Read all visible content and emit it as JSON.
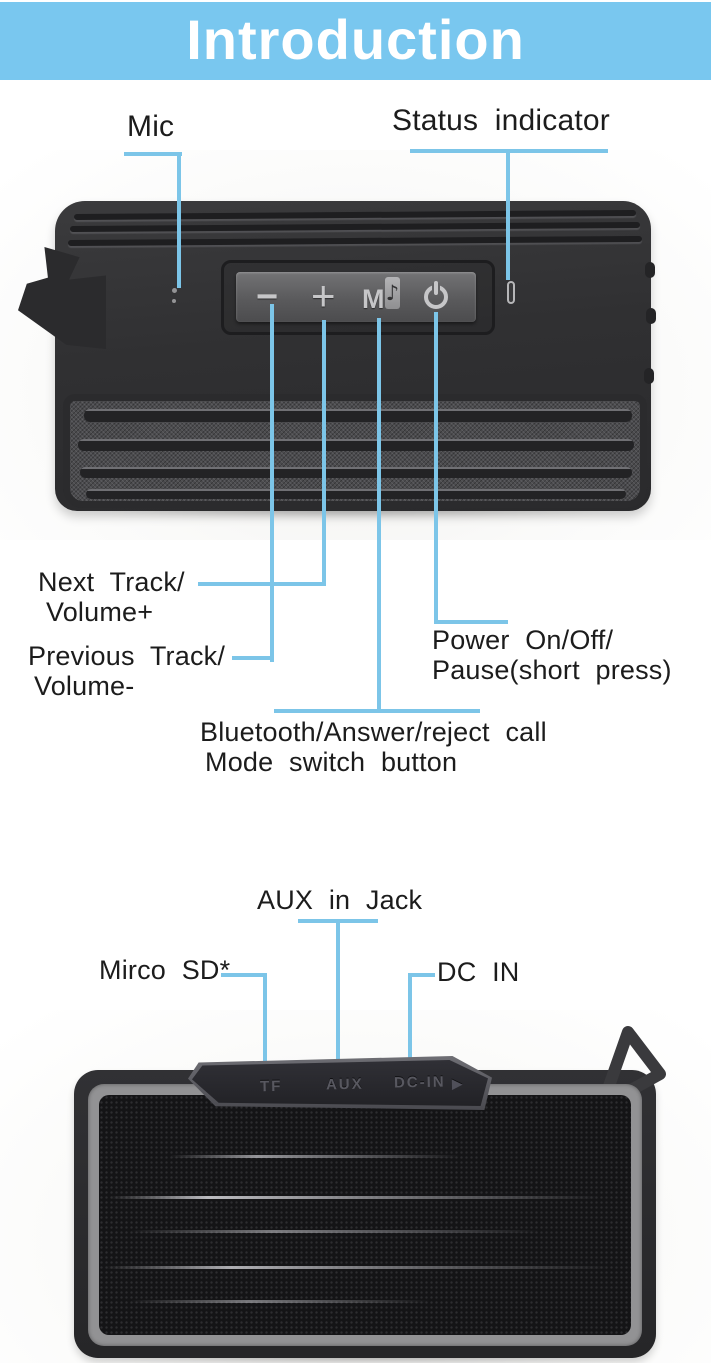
{
  "title": "Introduction",
  "colors": {
    "banner": "#79c7ef",
    "callout_line": "#7cc5e8",
    "text": "#1c1c1c"
  },
  "top_view": {
    "callouts": {
      "mic": "Mic",
      "status": "Status indicator",
      "next_track": [
        "Next Track/",
        "Volume+"
      ],
      "previous_track": [
        "Previous Track/",
        "Volume-"
      ],
      "power": [
        "Power On/Off/",
        "Pause(short press)"
      ],
      "mode": [
        "Bluetooth/Answer/reject call",
        "Mode switch button"
      ]
    },
    "panel_buttons": {
      "minus": "−",
      "plus": "+",
      "mode": "M",
      "mode_note": "♪",
      "power": "power-symbol"
    }
  },
  "bottom_view": {
    "callouts": {
      "aux": "AUX in Jack",
      "sd": "Mirco SD*",
      "dc": "DC IN"
    },
    "ports": {
      "tf": "TF",
      "aux": "AUX",
      "dc": "DC-IN",
      "arrow": "▶"
    }
  }
}
